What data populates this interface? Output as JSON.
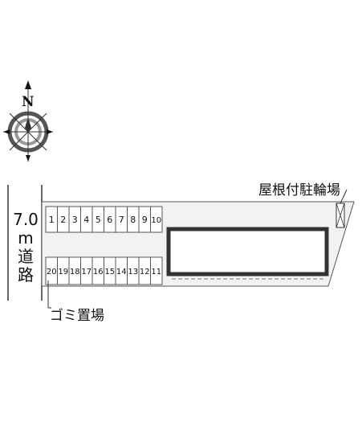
{
  "compass": {
    "label": "N",
    "icon": "compass-rose-icon"
  },
  "road": {
    "width_line1": "7.0",
    "width_line2": "m",
    "line3": "道",
    "line4": "路"
  },
  "callouts": {
    "bicycle_parking": "屋根付駐輪場",
    "garbage": "ゴミ置場"
  },
  "parking": {
    "top_row": [
      "1",
      "2",
      "3",
      "4",
      "5",
      "6",
      "7",
      "8",
      "9",
      "10"
    ],
    "bottom_row": [
      "20",
      "19",
      "18",
      "17",
      "16",
      "15",
      "14",
      "13",
      "12",
      "11"
    ]
  },
  "colors": {
    "lot_fill": "#f2f2f2",
    "outline": "#555555",
    "building": "#333333"
  }
}
